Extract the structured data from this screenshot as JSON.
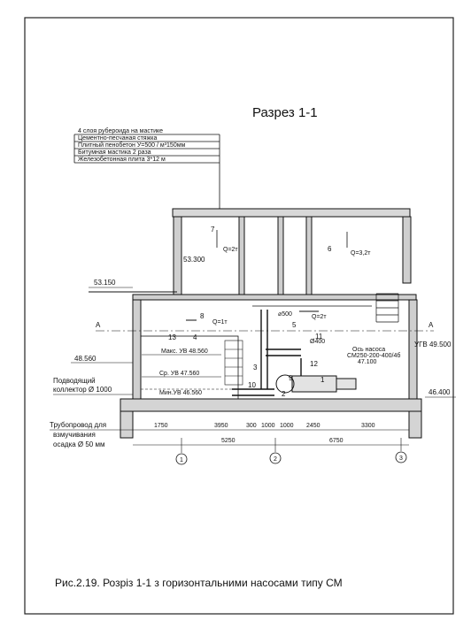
{
  "drawing": {
    "title": "Разрез 1-1",
    "roof_layers": [
      "4 слоя рубероида на мастике",
      "Цементно-песчаная стяжка",
      "Плитный пенобетон У=500 / м³150мм",
      "Битумная мастика 2 раза",
      "Железобетонная плита 3*12 м"
    ],
    "levels": {
      "roof": "53.300",
      "ground": "53.150",
      "collector": "48.560",
      "ugv": "УГВ 49.500",
      "floor": "46.400",
      "pump_axis_label": "Ось насоса",
      "pump_model": "СМ250-200-400/4б",
      "pump_axis": "47.100"
    },
    "water_levels": {
      "max": "Макс. УВ 48.560",
      "mid": "Ср. УВ 47.560",
      "min": "Мин.УВ 46.560"
    },
    "crane_loads": {
      "left": "Q=2т",
      "right": "Q=3,2т",
      "small1": "Q=1т",
      "small2": "Q=2т"
    },
    "pipe_sizes": {
      "d500": "⌀500",
      "d400": "Ø400",
      "d1000": "Ø 1000"
    },
    "side_labels": {
      "collector": [
        "Подводящий",
        "коллектор Ø 1000"
      ],
      "pipeline": [
        "Трубопровод для",
        "взмучивания",
        "осадка Ø 50 мм"
      ]
    },
    "section_mark": "A",
    "item_numbers": [
      "1",
      "2",
      "3",
      "4",
      "5",
      "6",
      "7",
      "8",
      "9",
      "10",
      "11",
      "12",
      "13"
    ],
    "dimensions_top": [
      "1750",
      "3950",
      "300",
      "1000",
      "1000",
      "2450",
      "3300"
    ],
    "dimensions_bottom": [
      "5250",
      "6750"
    ],
    "axes": [
      "1",
      "2",
      "3"
    ]
  },
  "caption": "Рис.2.19. Розріз 1-1 з горизонтальними насосами типу СМ"
}
